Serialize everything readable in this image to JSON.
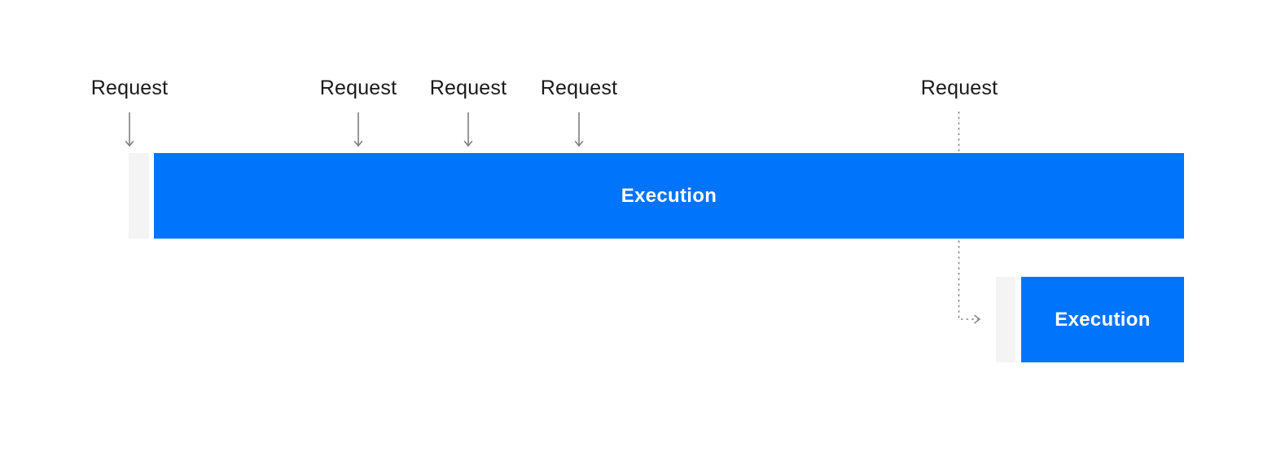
{
  "colors": {
    "execution_blue": "#0074FB",
    "track_gray": "#F4F4F4",
    "arrow_gray": "#7E7E7E",
    "dashed_gray": "#8C8C8C",
    "label_dark": "#1A1A1A",
    "execution_text": "#FFFFFF"
  },
  "requests": [
    {
      "label": "Request",
      "arrow_style": "solid-down"
    },
    {
      "label": "Request",
      "arrow_style": "solid-down"
    },
    {
      "label": "Request",
      "arrow_style": "solid-down"
    },
    {
      "label": "Request",
      "arrow_style": "solid-down"
    },
    {
      "label": "Request",
      "arrow_style": "dashed-elbow-right"
    }
  ],
  "executions": [
    {
      "label": "Execution"
    },
    {
      "label": "Execution"
    }
  ]
}
